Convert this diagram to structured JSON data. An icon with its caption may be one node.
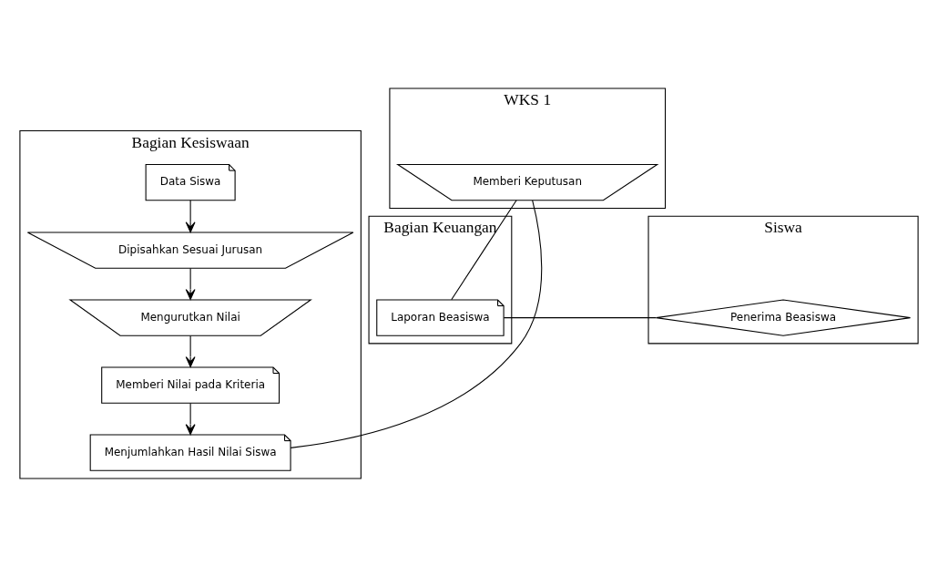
{
  "diagram": {
    "nodes": [
      {
        "text": [
          "Bagian Kesiswaan"
        ]
      },
      {
        "text": [
          "WKS 1"
        ]
      },
      {
        "text": [
          "Bagian Keuangan"
        ]
      },
      {
        "text": [
          "Siswa"
        ]
      },
      {
        "text": [
          "Data Siswa"
        ],
        "in": 0
      },
      {
        "text": [
          "Dipisahkan Sesuai Jurusan"
        ],
        "in": 0
      },
      {
        "text": [
          "Mengurutkan Nilai"
        ],
        "in": 0
      },
      {
        "text": [
          "Memberi Nilai pada Kriteria"
        ],
        "in": 0
      },
      {
        "text": [
          "Menjumlahkan Hasil Nilai Siswa"
        ],
        "in": 0
      },
      {
        "text": [
          "Memberi Keputusan"
        ],
        "in": 1
      },
      {
        "text": [
          "Laporan Beasiswa"
        ],
        "in": 2
      },
      {
        "text": [
          "Penerima Beasiswa"
        ],
        "in": 3
      }
    ],
    "edges": [
      {
        "from": 4,
        "to": 5,
        "arrow": "to"
      },
      {
        "from": 5,
        "to": 6,
        "arrow": "to"
      },
      {
        "from": 6,
        "to": 7,
        "arrow": "to"
      },
      {
        "from": 7,
        "to": 8,
        "arrow": "to"
      },
      {
        "from": 8,
        "to": 9,
        "arrow": "none"
      },
      {
        "from": 9,
        "to": 10,
        "arrow": "none"
      },
      {
        "from": 10,
        "to": 11,
        "arrow": "none"
      }
    ]
  }
}
